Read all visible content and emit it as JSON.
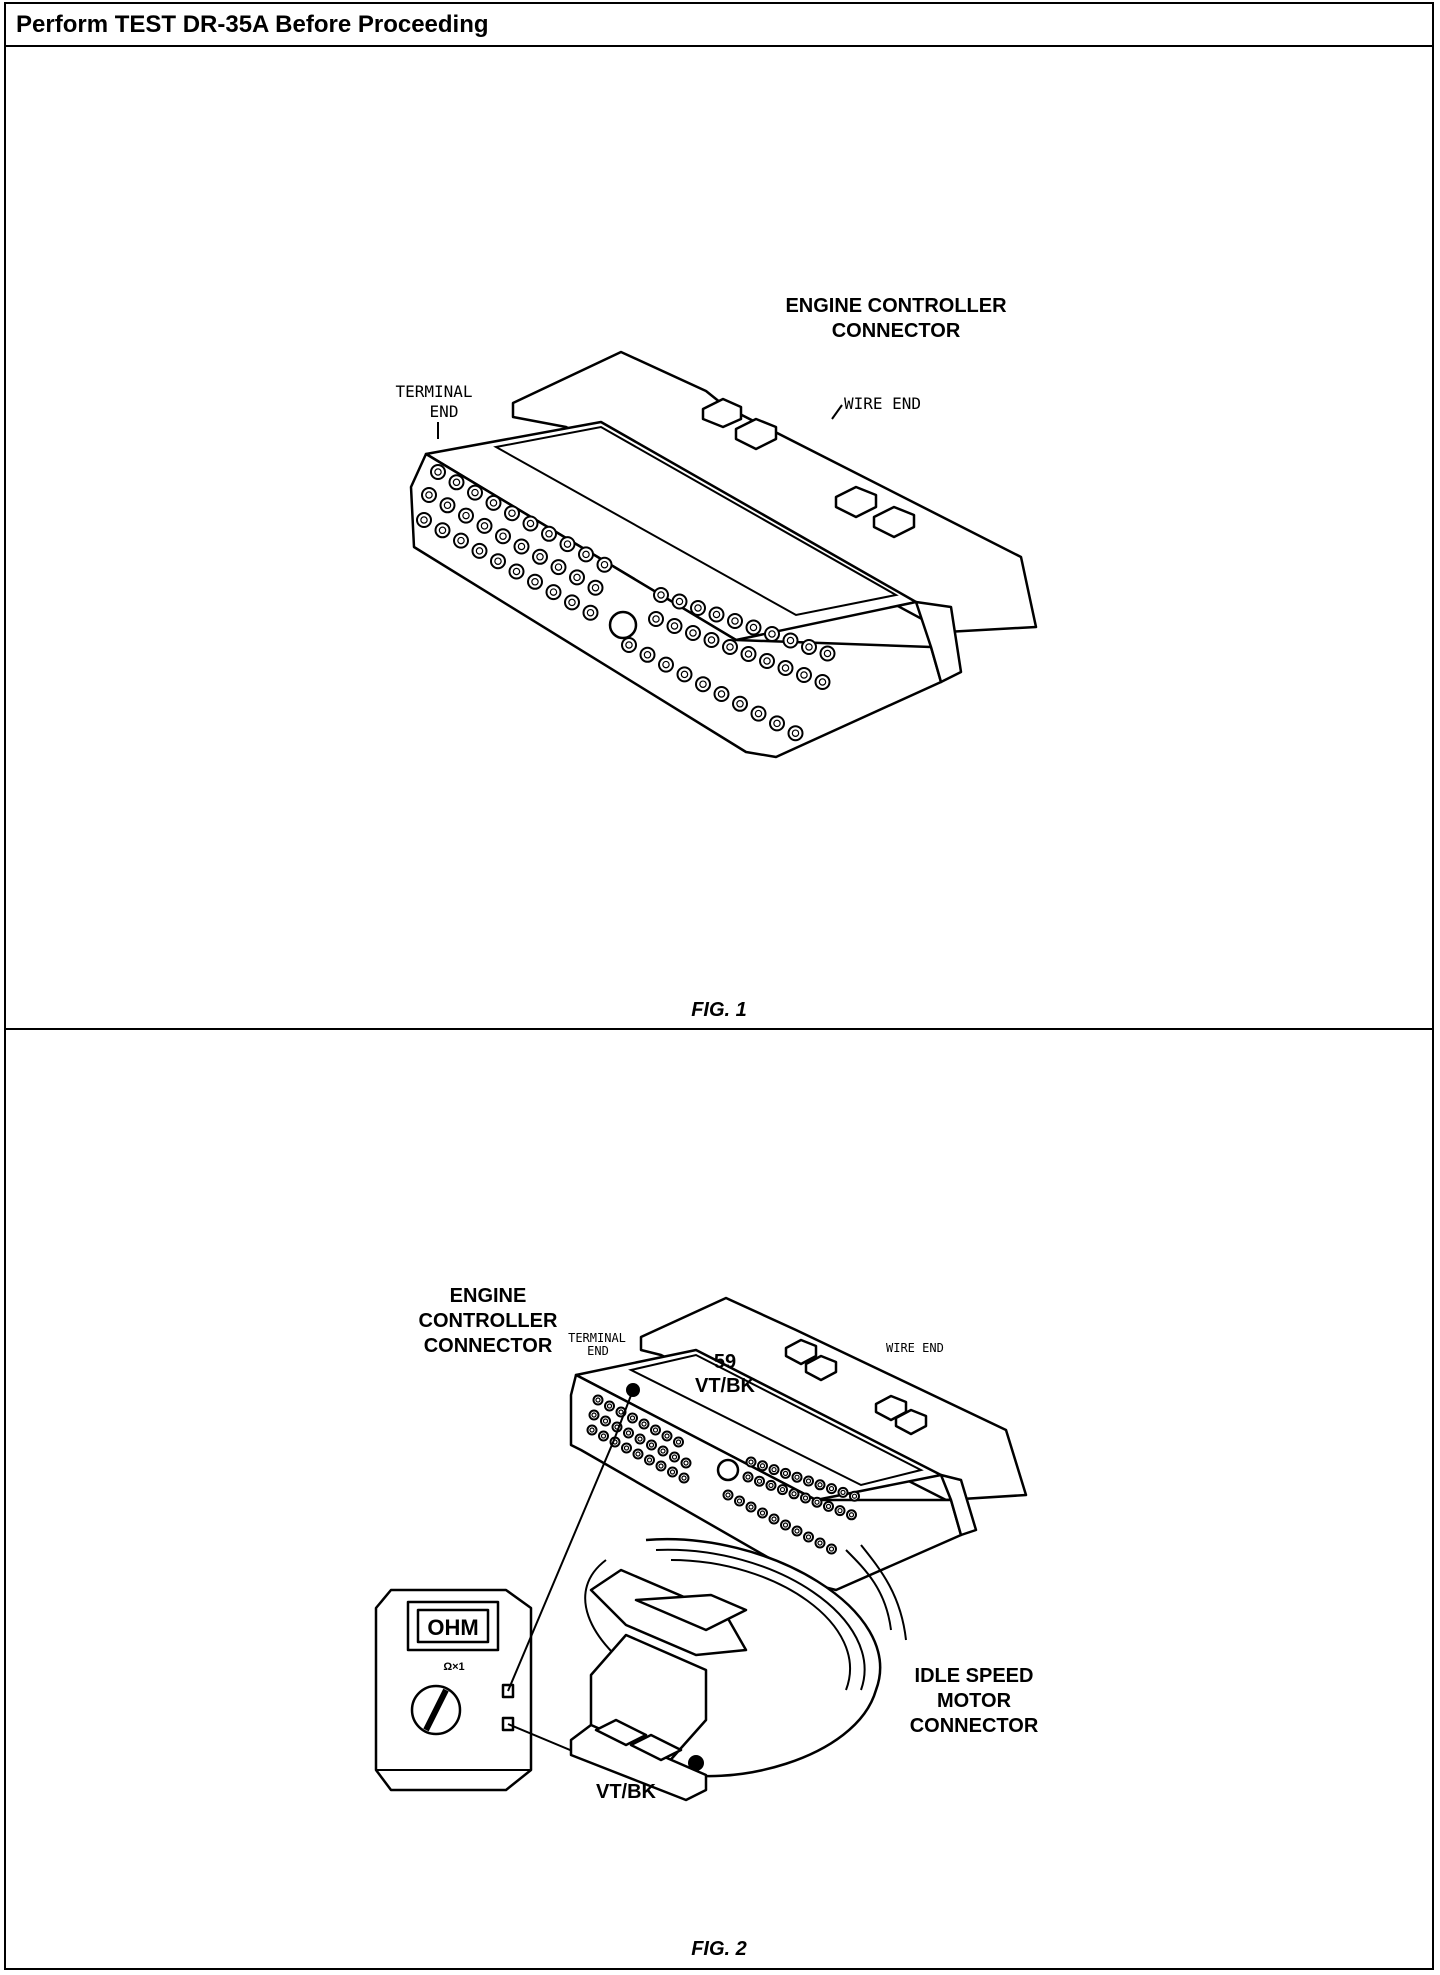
{
  "header": {
    "title": "Perform TEST DR-35A Before Proceeding"
  },
  "fig1": {
    "caption": "FIG. 1",
    "connector_label_line1": "ENGINE CONTROLLER",
    "connector_label_line2": "CONNECTOR",
    "terminal_label_line1": "TERMINAL",
    "terminal_label_line2": "END",
    "wire_label": "WIRE END"
  },
  "fig2": {
    "caption": "FIG. 2",
    "connector_label_line1": "ENGINE",
    "connector_label_line2": "CONTROLLER",
    "connector_label_line3": "CONNECTOR",
    "terminal_label_line1": "TERMINAL",
    "terminal_label_line2": "END",
    "wire_label": "WIRE END",
    "pin_number": "59",
    "pin_wire": "VT/BK",
    "meter_display": "OHM",
    "meter_range": "Ω×1",
    "isc_label_line1": "IDLE SPEED",
    "isc_label_line2": "MOTOR",
    "isc_label_line3": "CONNECTOR",
    "isc_wire": "VT/BK"
  }
}
